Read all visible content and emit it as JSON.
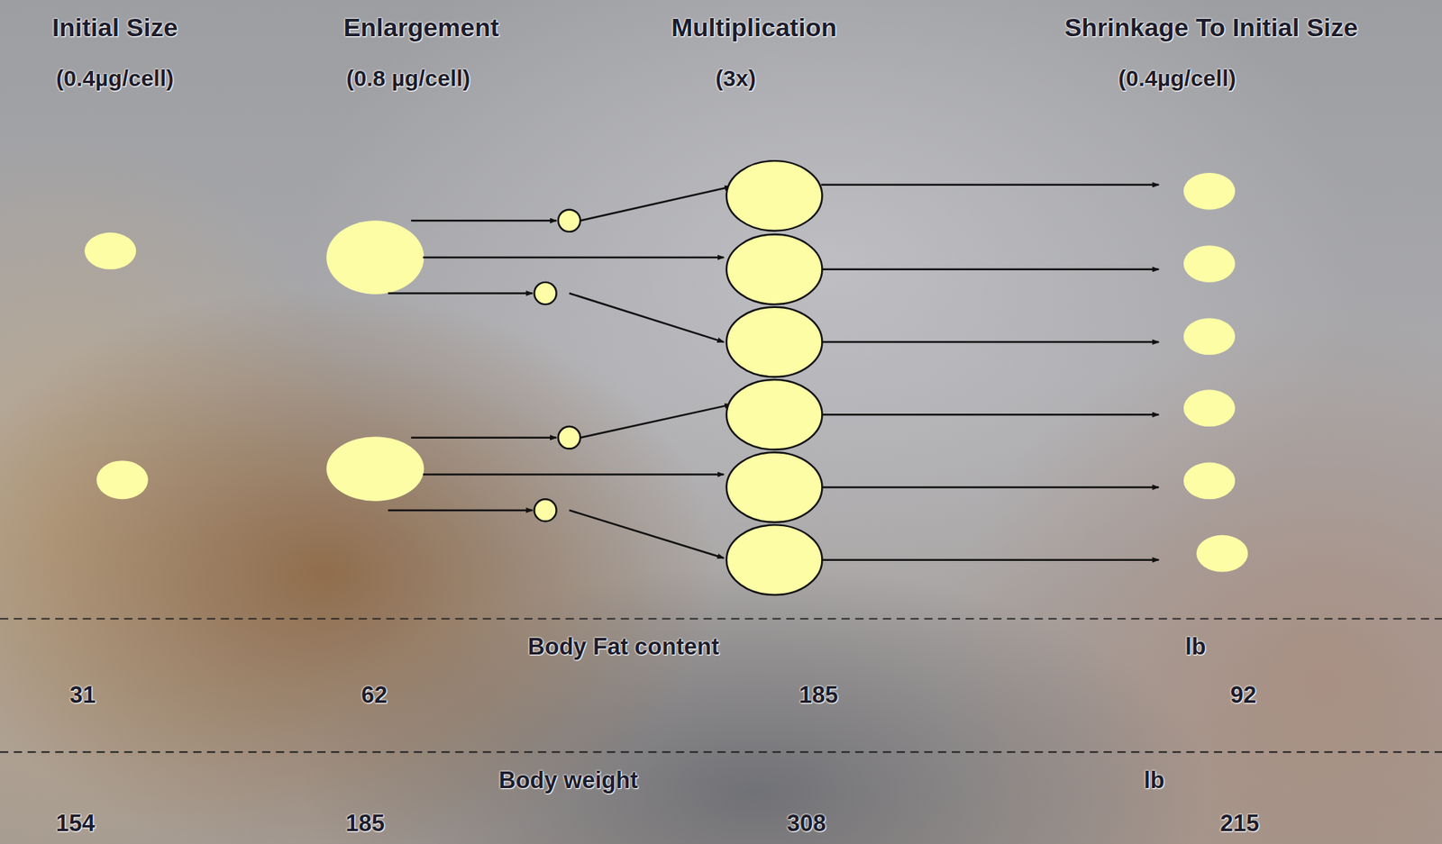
{
  "diagram": {
    "labels": [
      "Initial Size",
      "(0.4µg/cell)",
      "Enlargement",
      "(0.8 µg/cell)",
      "Multiplication",
      "(3x)",
      "Shrinkage To Initial Size",
      "(0.4µg/cell)",
      "Body Fat content",
      "lb",
      "31",
      "62",
      "185",
      "92",
      "Body weight",
      "lb",
      "154",
      "185",
      "308",
      "215"
    ]
  }
}
